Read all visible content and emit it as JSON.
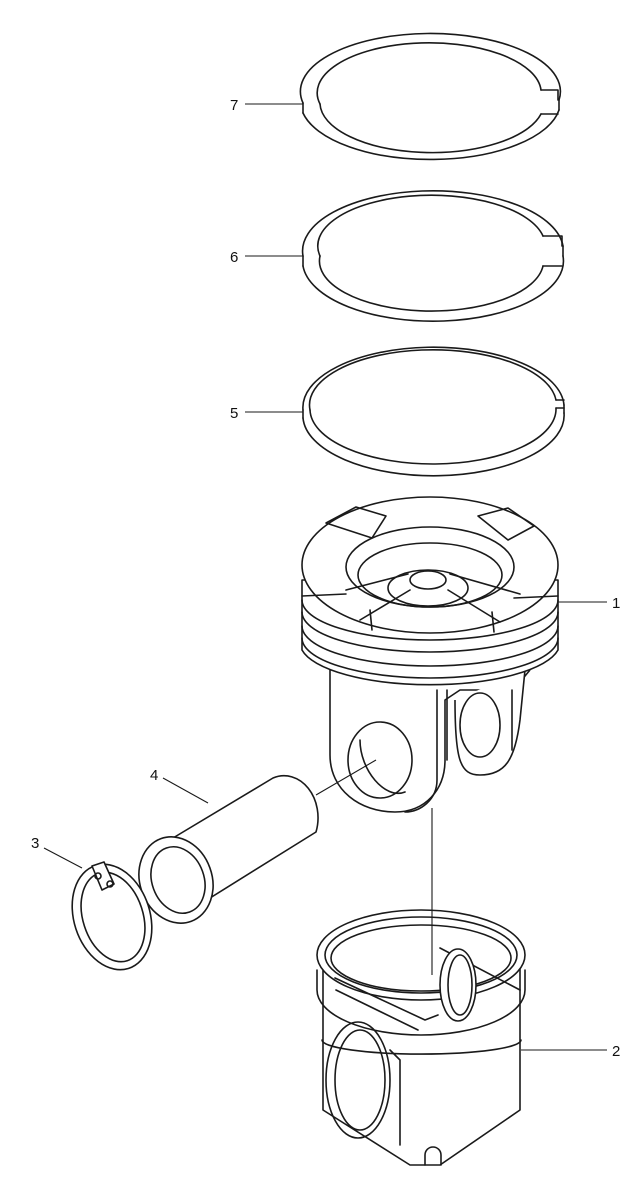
{
  "callouts": [
    {
      "id": "7",
      "label": "7"
    },
    {
      "id": "6",
      "label": "6"
    },
    {
      "id": "5",
      "label": "5"
    },
    {
      "id": "1",
      "label": "1"
    },
    {
      "id": "4",
      "label": "4"
    },
    {
      "id": "3",
      "label": "3"
    },
    {
      "id": "2",
      "label": "2"
    }
  ],
  "colors": {
    "line": "#1a1a1a",
    "background": "#ffffff"
  }
}
